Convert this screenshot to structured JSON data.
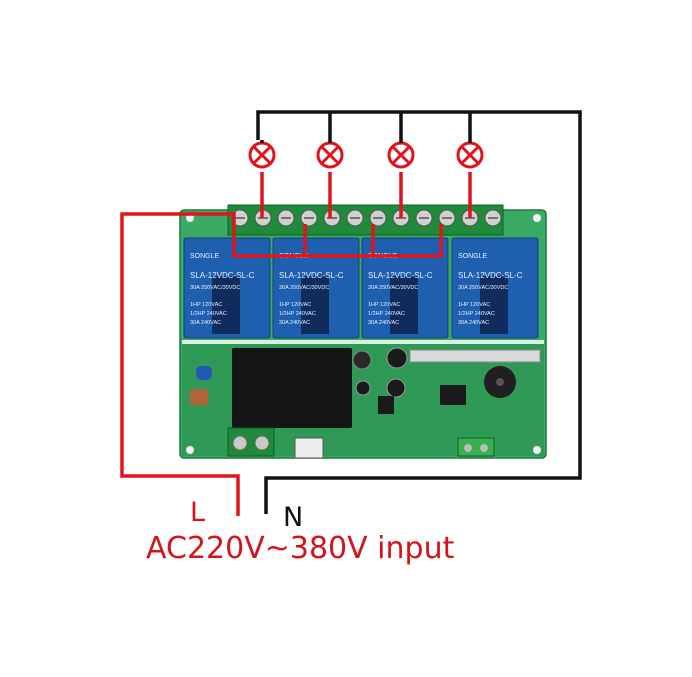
{
  "labels": {
    "line": "L",
    "neutral": "N",
    "input": "AC220V~380V input"
  },
  "relays": [
    {
      "brand": "SONGLE",
      "model": "SLA-12VDC-SL-C",
      "line1": "30A 250VAC/30VDC",
      "line2": "1HP 120VAC",
      "line3": "1/2HP 240VAC",
      "line4": "30A 240VAC"
    },
    {
      "brand": "SONGLE",
      "model": "SLA-12VDC-SL-C",
      "line1": "30A 250VAC/30VDC",
      "line2": "1HP 120VAC",
      "line3": "1/2HP 240VAC",
      "line4": "30A 240VAC"
    },
    {
      "brand": "SONGLE",
      "model": "SLA-12VDC-SL-C",
      "line1": "30A 250VAC/30VDC",
      "line2": "1HP 120VAC",
      "line3": "1/2HP 240VAC",
      "line4": "30A 240VAC"
    },
    {
      "brand": "SONGLE",
      "model": "SLA-12VDC-SL-C",
      "line1": "30A 250VAC/30VDC",
      "line2": "1HP 120VAC",
      "line3": "1/2HP 240VAC",
      "line4": "30A 240VAC"
    }
  ],
  "lamps": 4,
  "colors": {
    "live_wire": "#e0141c",
    "neutral_wire": "#111111",
    "board": "#2fa35a",
    "relay": "#1f5fb0",
    "terminal": "#1e8a3a"
  }
}
